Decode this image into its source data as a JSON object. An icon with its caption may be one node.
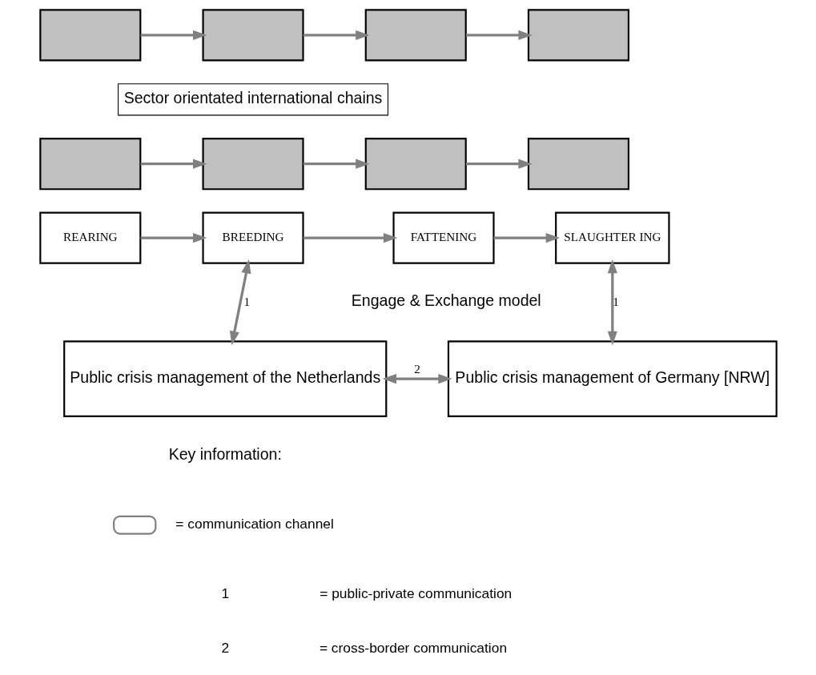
{
  "diagram": {
    "nodes": [
      {
        "text": [],
        "shape": "box"
      },
      {
        "text": [],
        "shape": "box"
      },
      {
        "text": [],
        "shape": "box"
      },
      {
        "text": [],
        "shape": "box"
      },
      {
        "text": [],
        "shape": "box"
      },
      {
        "text": [],
        "shape": "box"
      },
      {
        "text": [],
        "shape": "box"
      },
      {
        "text": [],
        "shape": "box"
      },
      {
        "text": [
          "Sector orientated international chains"
        ]
      },
      {
        "text": [
          "REARING"
        ]
      },
      {
        "text": [
          "BREEDING"
        ]
      },
      {
        "text": [
          "FATTENING"
        ]
      },
      {
        "text": [
          "SLAUGHTER ING"
        ]
      },
      {
        "text": [
          "Public crisis management of the Netherlands"
        ]
      },
      {
        "text": [
          "Public crisis management of Germany [NRW]"
        ]
      }
    ],
    "edges": [
      {
        "from": 0,
        "to": 1,
        "arrow": "to"
      },
      {
        "from": 1,
        "to": 2,
        "arrow": "to"
      },
      {
        "from": 2,
        "to": 3,
        "arrow": "to"
      },
      {
        "from": 4,
        "to": 5,
        "arrow": "to"
      },
      {
        "from": 5,
        "to": 6,
        "arrow": "to"
      },
      {
        "from": 6,
        "to": 7,
        "arrow": "to"
      },
      {
        "from": 9,
        "to": 10,
        "arrow": "to"
      },
      {
        "from": 10,
        "to": 11,
        "arrow": "to"
      },
      {
        "from": 11,
        "to": 12,
        "arrow": "to"
      },
      {
        "from": 10,
        "to": 13,
        "arrow": "both",
        "label": "1"
      },
      {
        "from": 12,
        "to": 14,
        "arrow": "both",
        "label": "1"
      },
      {
        "from": 13,
        "to": 14,
        "arrow": "both",
        "label": "2"
      }
    ],
    "labels": [
      "Engage & Exchange model",
      "Key information:",
      "1",
      "= public-private communication",
      "2",
      "= cross-border communication"
    ],
    "legend": [
      {
        "text": "= communication channel"
      }
    ]
  }
}
